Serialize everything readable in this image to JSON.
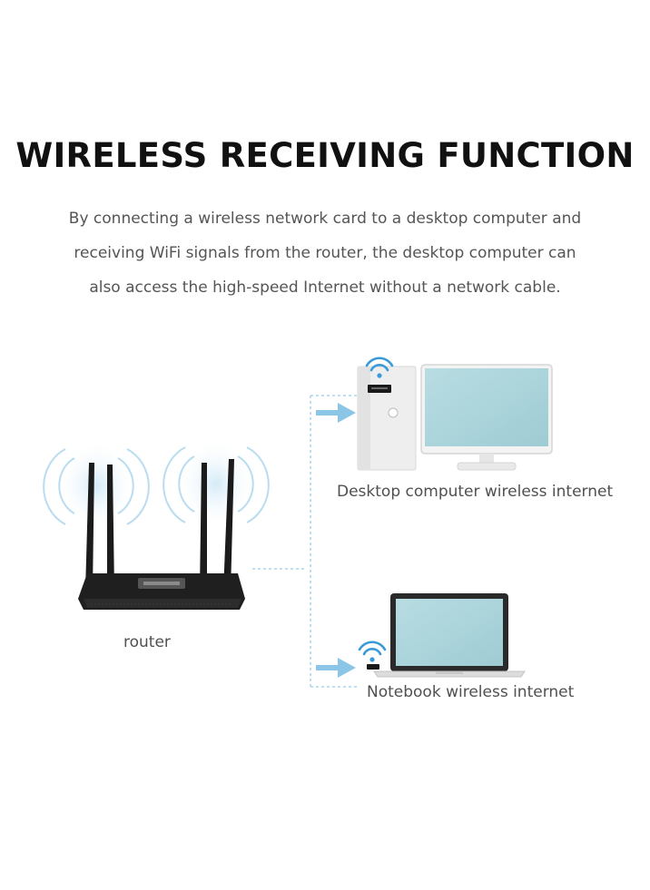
{
  "title": "WIRELESS RECEIVING FUNCTION",
  "description": [
    "By connecting a wireless network card to a desktop computer and",
    "receiving WiFi signals from the router, the desktop computer can",
    "also access the high-speed Internet without a network cable."
  ],
  "labels": {
    "router": "router",
    "desktop": "Desktop computer wireless internet",
    "notebook": "Notebook wireless internet"
  },
  "colors": {
    "accent": "#8cc6e6",
    "dashed_line": "#a8d4ee",
    "screen": "#a9d3da",
    "router_body": "#1f1f1f"
  },
  "icons": [
    "wifi-icon",
    "arrow-right-icon",
    "usb-adapter-icon"
  ]
}
